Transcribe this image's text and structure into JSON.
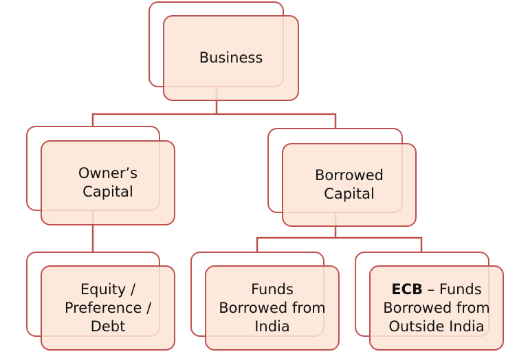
{
  "colors": {
    "border": "#c0504d",
    "fill": "#fbe5d6",
    "line": "#c0504d"
  },
  "nodes": {
    "business": {
      "label": "Business"
    },
    "owners_capital": {
      "line1": "Owner’s",
      "line2": "Capital"
    },
    "borrowed_capital": {
      "line1": "Borrowed",
      "line2": "Capital"
    },
    "equity": {
      "line1": "Equity /",
      "line2": "Preference /",
      "line3": "Debt"
    },
    "funds_india": {
      "line1": "Funds",
      "line2": "Borrowed from",
      "line3": "India"
    },
    "ecb": {
      "bold": "ECB",
      "rest": " – Funds",
      "line2": "Borrowed from",
      "line3": "Outside India"
    }
  },
  "edges": [
    [
      "business",
      "owners_capital"
    ],
    [
      "business",
      "borrowed_capital"
    ],
    [
      "owners_capital",
      "equity"
    ],
    [
      "borrowed_capital",
      "funds_india"
    ],
    [
      "borrowed_capital",
      "ecb"
    ]
  ]
}
